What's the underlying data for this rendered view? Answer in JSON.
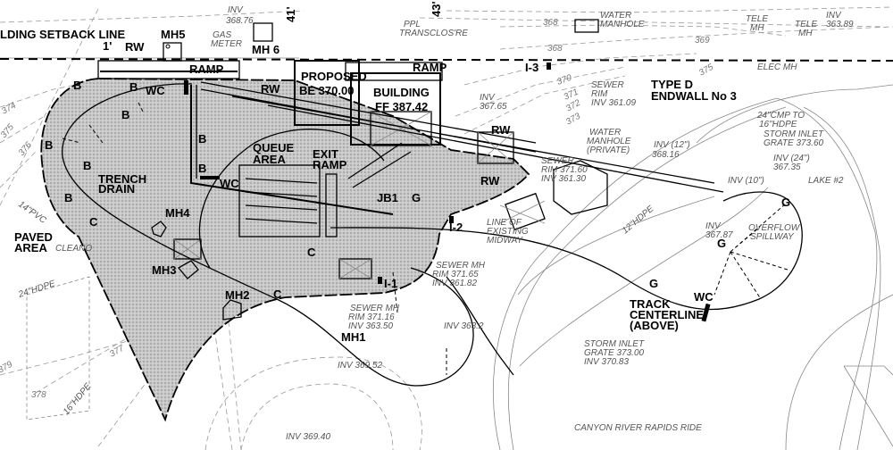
{
  "labels": {
    "setback": "LDING SETBACK LINE",
    "one_ft": "1'",
    "rw": "RW",
    "mh5": "MH5",
    "mh6": "MH 6",
    "ramp": "RAMP",
    "proposed_1": "PROPOSED",
    "proposed_2": "BE 370.00",
    "building_1": "BUILDING",
    "building_2": "FF 387.42",
    "wc": "WC",
    "b": "B",
    "c": "C",
    "g": "G",
    "queue_1": "QUEUE",
    "queue_2": "AREA",
    "exit_1": "EXIT",
    "exit_2": "RAMP",
    "trench_1": "TRENCH",
    "trench_2": "DRAIN",
    "jb1": "JB1",
    "mh4": "MH4",
    "mh3": "MH3",
    "mh2": "MH2",
    "mh1": "MH1",
    "paved_1": "PAVED",
    "paved_2": "AREA",
    "i1": "I-1",
    "i2": "I-2",
    "i3": "I-3",
    "endwall_1": "TYPE D",
    "endwall_2": "ENDWALL No 3",
    "track_1": "TRACK",
    "track_2": "CENTERLINE",
    "track_3": "(ABOVE)",
    "dim_41": "41'",
    "dim_43": "43'"
  },
  "notes": {
    "gas_meter_1": "GAS",
    "gas_meter_2": "METER",
    "inv_top_1": "INV",
    "inv_top_2": "368.76",
    "ppl_1": "PPL",
    "ppl_2": "TRANSCLOS'RE",
    "water_mh_1": "WATER",
    "water_mh_2": "MANHOLE",
    "tele_mh_1": "TELE",
    "tele_mh_2": "MH",
    "inv_36389_1": "INV",
    "inv_36389_2": "363.89",
    "elec_mh": "ELEC MH",
    "sewer_rim_1": "SEWER",
    "sewer_rim_2": "RIM",
    "sewer_rim_3": "INV 361.09",
    "inv_36765_1": "INV",
    "inv_36765_2": "367.65",
    "water_priv_1": "WATER",
    "water_priv_2": "MANHOLE",
    "water_priv_3": "(PRIVATE)",
    "inv12_1": "INV (12\")",
    "inv12_2": "368.16",
    "cmp_1": "24\"CMP TO",
    "cmp_2": "16\"HDPE",
    "storm_top_1": "STORM INLET",
    "storm_top_2": "GRATE 373.60",
    "inv24_1": "INV (24\")",
    "inv24_2": "367.35",
    "lake": "LAKE #2",
    "inv10": "INV (10\")",
    "sewer_mid_1": "SEWER",
    "sewer_mid_2": "RIM 371.60",
    "sewer_mid_3": "INV 361.30",
    "midway_1": "LINE OF",
    "midway_2": "EXISTING",
    "midway_3": "MIDWAY",
    "sewer_a_1": "SEWER MH",
    "sewer_a_2": "RIM 371.65",
    "sewer_a_3": "INV 361.82",
    "sewer_b_1": "SEWER MH",
    "sewer_b_2": "RIM 371.16",
    "sewer_b_3": "INV 363.50",
    "inv_3695": "INV 369.52",
    "inv_36940": "INV 369.40",
    "inv_3632": "INV 363.2",
    "cleanout": "CLEANO",
    "hdpe24": "24\"HDPE",
    "hdpe16": "16\"HDPE",
    "hdpe12": "12\"HDPE",
    "pvc14": "14\"PVC",
    "inv_36787_1": "INV",
    "inv_36787_2": "367.87",
    "overflow_1": "OVERFLOW",
    "overflow_2": "SPILLWAY",
    "storm_bot_1": "STORM INLET",
    "storm_bot_2": "GRATE 373.00",
    "storm_bot_3": "INV 370.83",
    "ride": "CANYON RIVER RAPIDS RIDE"
  },
  "contours": [
    "368",
    "368",
    "369",
    "370",
    "371",
    "372",
    "373",
    "374",
    "375",
    "376",
    "377",
    "378",
    "379",
    "375"
  ],
  "colors": {
    "paved_fill": "#bdbdbd",
    "linework": "#000000",
    "existing": "#888888"
  }
}
